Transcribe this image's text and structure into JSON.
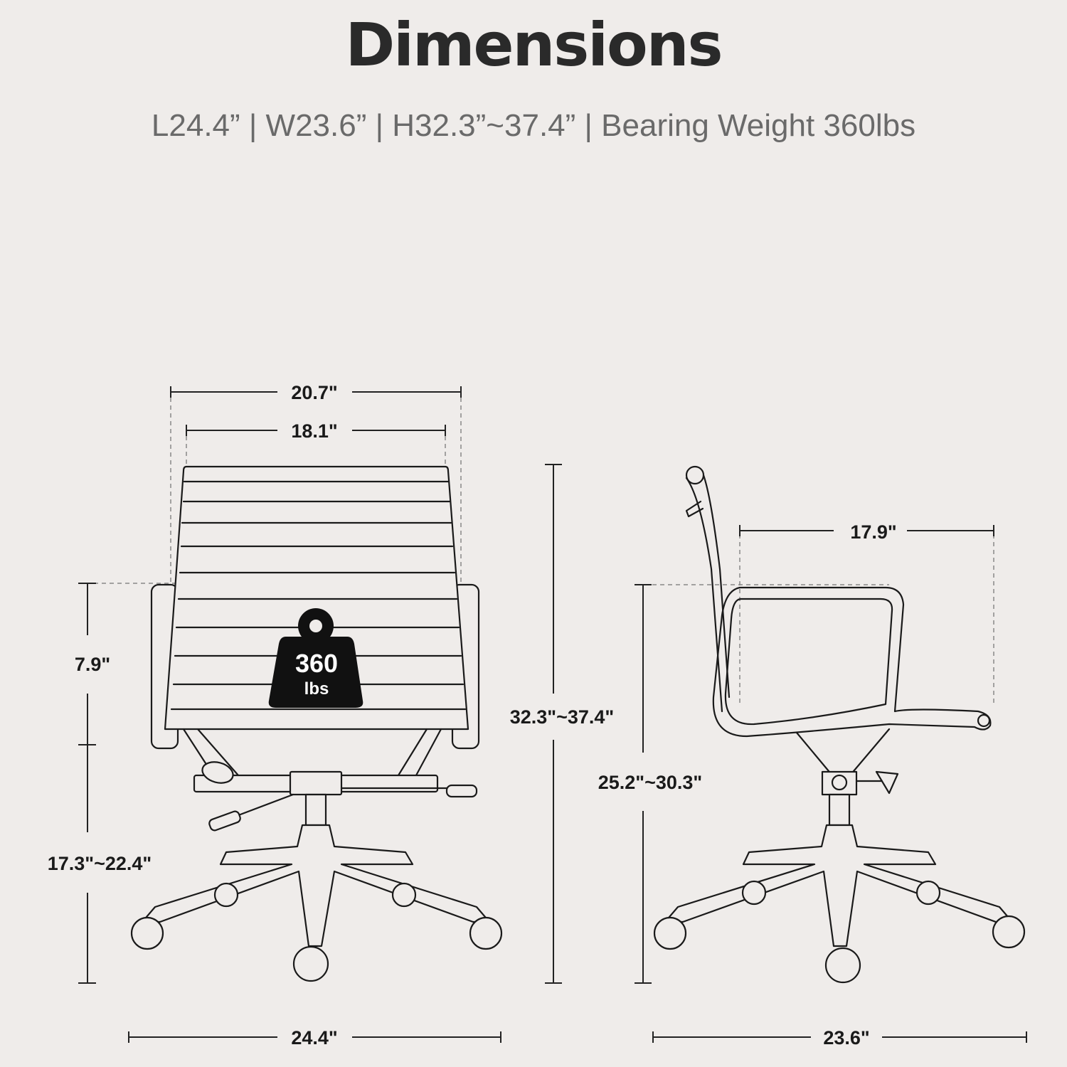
{
  "header": {
    "title": "Dimensions",
    "subtitle": "L24.4” | W23.6” | H32.3”~37.4” | Bearing Weight 360lbs"
  },
  "front_view": {
    "overall_width": "20.7\"",
    "back_width": "18.1\"",
    "armrest_height": "7.9\"",
    "seat_height": "17.3\"~22.4\"",
    "total_height": "32.3\"~37.4\"",
    "base_width": "24.4\"",
    "weight_badge": {
      "value": "360",
      "unit": "lbs"
    }
  },
  "side_view": {
    "seat_depth": "17.9\"",
    "arm_height": "25.2\"~30.3\"",
    "base_depth": "23.6\""
  }
}
